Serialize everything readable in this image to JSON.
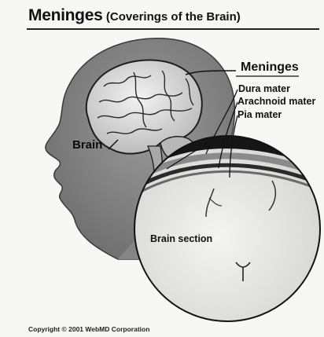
{
  "title": {
    "main": "Meninges",
    "sub": "(Coverings of the Brain)"
  },
  "labels": {
    "meninges": "Meninges",
    "dura_mater": "Dura mater",
    "arachnoid_mater": "Arachnoid mater",
    "pia_mater": "Pia mater",
    "brain": "Brain",
    "brain_section": "Brain section"
  },
  "copyright": "Copyright © 2001 WebMD Corporation"
}
